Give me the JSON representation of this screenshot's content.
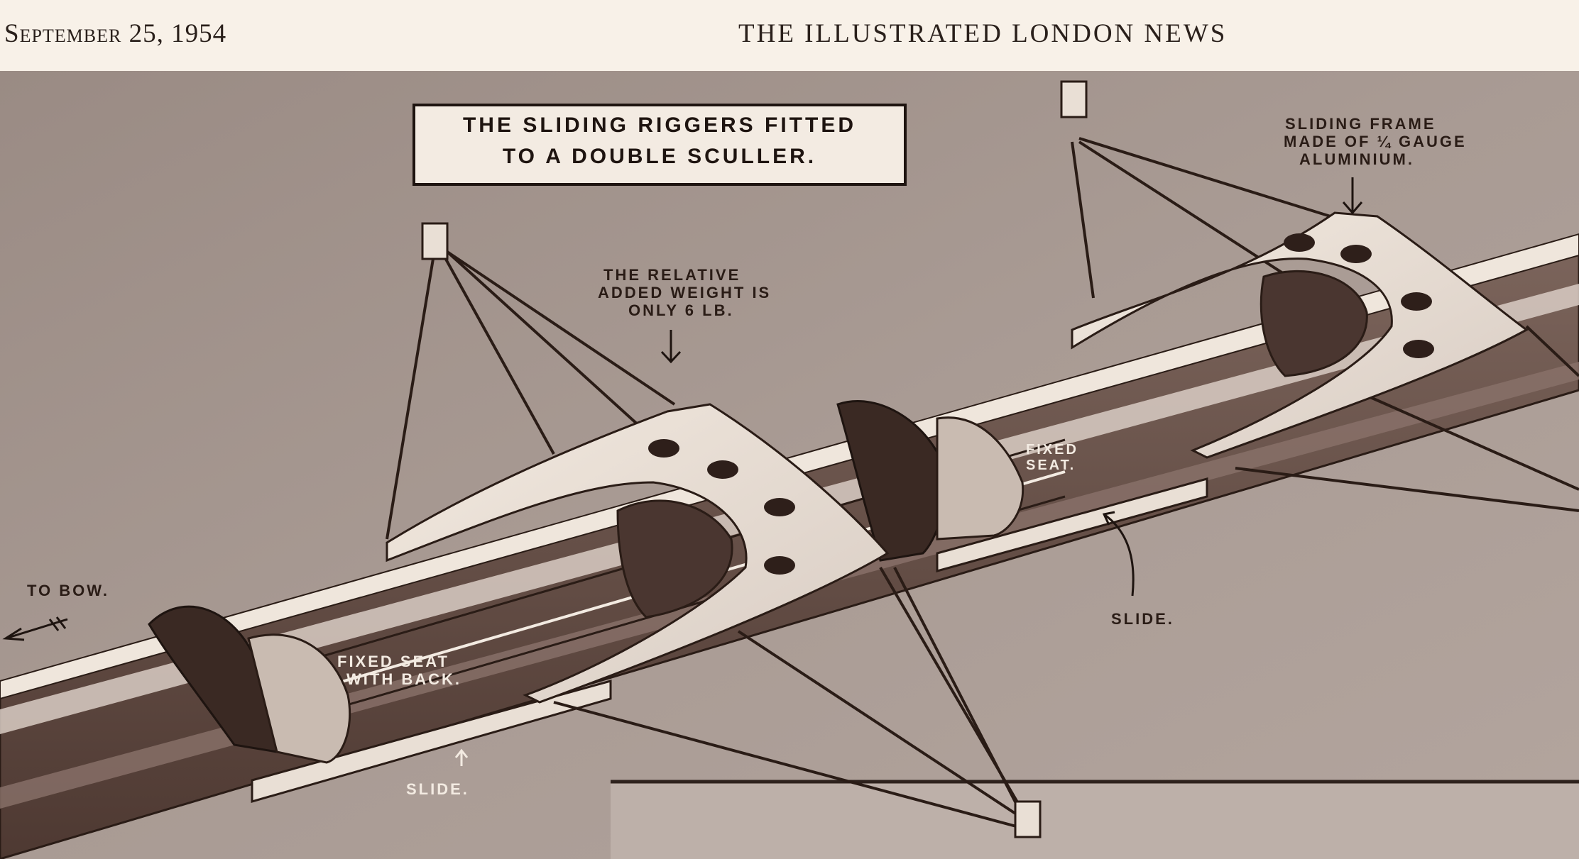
{
  "header": {
    "date": "September 25, 1954",
    "publication": "THE ILLUSTRATED LONDON NEWS"
  },
  "illustration": {
    "title_line1": "THE SLIDING RIGGERS FITTED",
    "title_line2": "TO A DOUBLE SCULLER.",
    "callouts": {
      "sliding_frame_1": "SLIDING FRAME",
      "sliding_frame_2": "MADE OF ¼ GAUGE",
      "sliding_frame_3": "ALUMINIUM.",
      "weight_1": "THE RELATIVE",
      "weight_2": "ADDED WEIGHT IS",
      "weight_3": "ONLY 6 LB.",
      "fixed_seat_1": "FIXED",
      "fixed_seat_2": "SEAT.",
      "slide_right": "SLIDE.",
      "to_bow": "TO BOW.",
      "fixed_seat_back_1": "FIXED SEAT",
      "fixed_seat_back_2": "WITH BACK.",
      "slide_left": "SLIDE."
    },
    "colors": {
      "paper": "#f6efe6",
      "sepia_bg": "#a59790",
      "hull_dark": "#5a443c",
      "ink": "#2a1c16",
      "highlight": "#f3ebe2"
    }
  }
}
